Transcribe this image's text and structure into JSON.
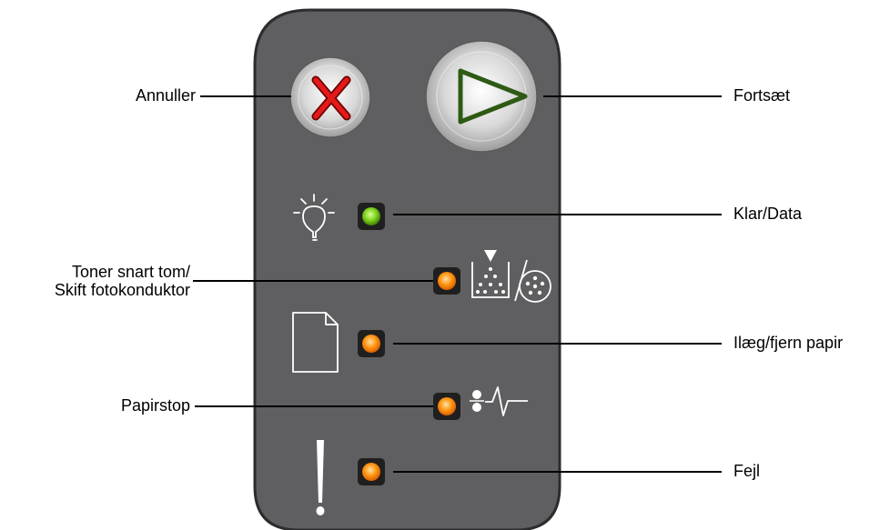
{
  "panel": {
    "background_color": "#5f5f61",
    "edge_color": "#2c2c2e",
    "led_green": "#62b012",
    "led_orange": "#ff8a00"
  },
  "buttons": {
    "cancel": {
      "label": "Annuller",
      "icon": "red-x-icon"
    },
    "continue": {
      "label": "Fortsæt",
      "icon": "green-play-triangle-icon"
    }
  },
  "lights": {
    "ready_data": {
      "label": "Klar/Data",
      "icon": "lightbulb-icon",
      "color": "green"
    },
    "toner_low": {
      "label_line1": "Toner snart tom/",
      "label_line2": "Skift fotokonduktor",
      "icon": "toner-photoconductor-icon",
      "color": "orange"
    },
    "load_paper": {
      "label": "Ilæg/fjern papir",
      "icon": "paper-sheet-icon",
      "color": "orange"
    },
    "paper_jam": {
      "label": "Papirstop",
      "icon": "paper-jam-icon",
      "color": "orange"
    },
    "error": {
      "label": "Fejl",
      "icon": "exclamation-icon",
      "color": "orange"
    }
  }
}
